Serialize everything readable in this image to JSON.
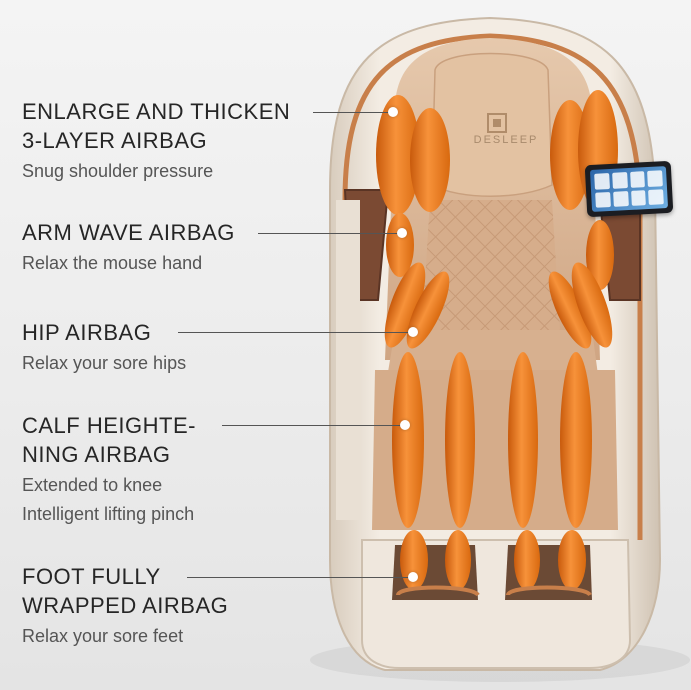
{
  "brand": "DESLEEP",
  "callouts": [
    {
      "title_lines": [
        "ENLARGE AND THICKEN",
        "3-LAYER AIRBAG"
      ],
      "desc_lines": [
        "Snug shoulder pressure"
      ]
    },
    {
      "title_lines": [
        "ARM WAVE AIRBAG"
      ],
      "desc_lines": [
        "Relax the mouse hand"
      ]
    },
    {
      "title_lines": [
        "HIP AIRBAG"
      ],
      "desc_lines": [
        "Relax your sore hips"
      ]
    },
    {
      "title_lines": [
        "CALF HEIGHTE-",
        "NING AIRBAG"
      ],
      "desc_lines": [
        "Extended to knee",
        "Intelligent lifting pinch"
      ]
    },
    {
      "title_lines": [
        "FOOT FULLY",
        "WRAPPED AIRBAG"
      ],
      "desc_lines": [
        "Relax your sore feet"
      ]
    }
  ],
  "colors": {
    "airbag_orange": "#f07f1a",
    "leather_beige": "#d9b79a",
    "shell_champagne": "#ede3d6",
    "trim_copper": "#c87f4a"
  }
}
